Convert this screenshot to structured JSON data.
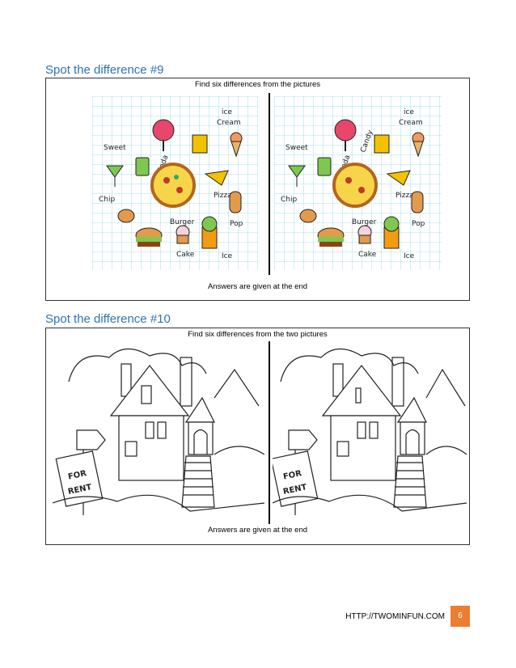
{
  "puzzle9": {
    "title": "Spot the difference #9",
    "instruction": "Find six differences from the pictures",
    "answers_note": "Answers are given at the end",
    "doodle_words": [
      "ice",
      "Cream",
      "Sweet",
      "Candy",
      "Soda",
      "Chip",
      "Pizza",
      "Burger",
      "Pop",
      "Cake",
      "Ice"
    ],
    "left_image_name": "food-doodle-original",
    "right_image_name": "food-doodle-modified"
  },
  "puzzle10": {
    "title": "Spot the difference #10",
    "instruction": "Find six differences from the two pictures",
    "answers_note": "Answers are given at the end",
    "sign_line1": "FOR",
    "sign_line2": "RENT",
    "left_image_name": "house-for-rent-original",
    "right_image_name": "house-for-rent-modified"
  },
  "footer": {
    "url": "HTTP://TWOMINFUN.COM",
    "page_number": "6"
  },
  "colors": {
    "heading": "#2e74b5",
    "page_badge": "#ed7d31",
    "grid": "#8fd3e6"
  }
}
